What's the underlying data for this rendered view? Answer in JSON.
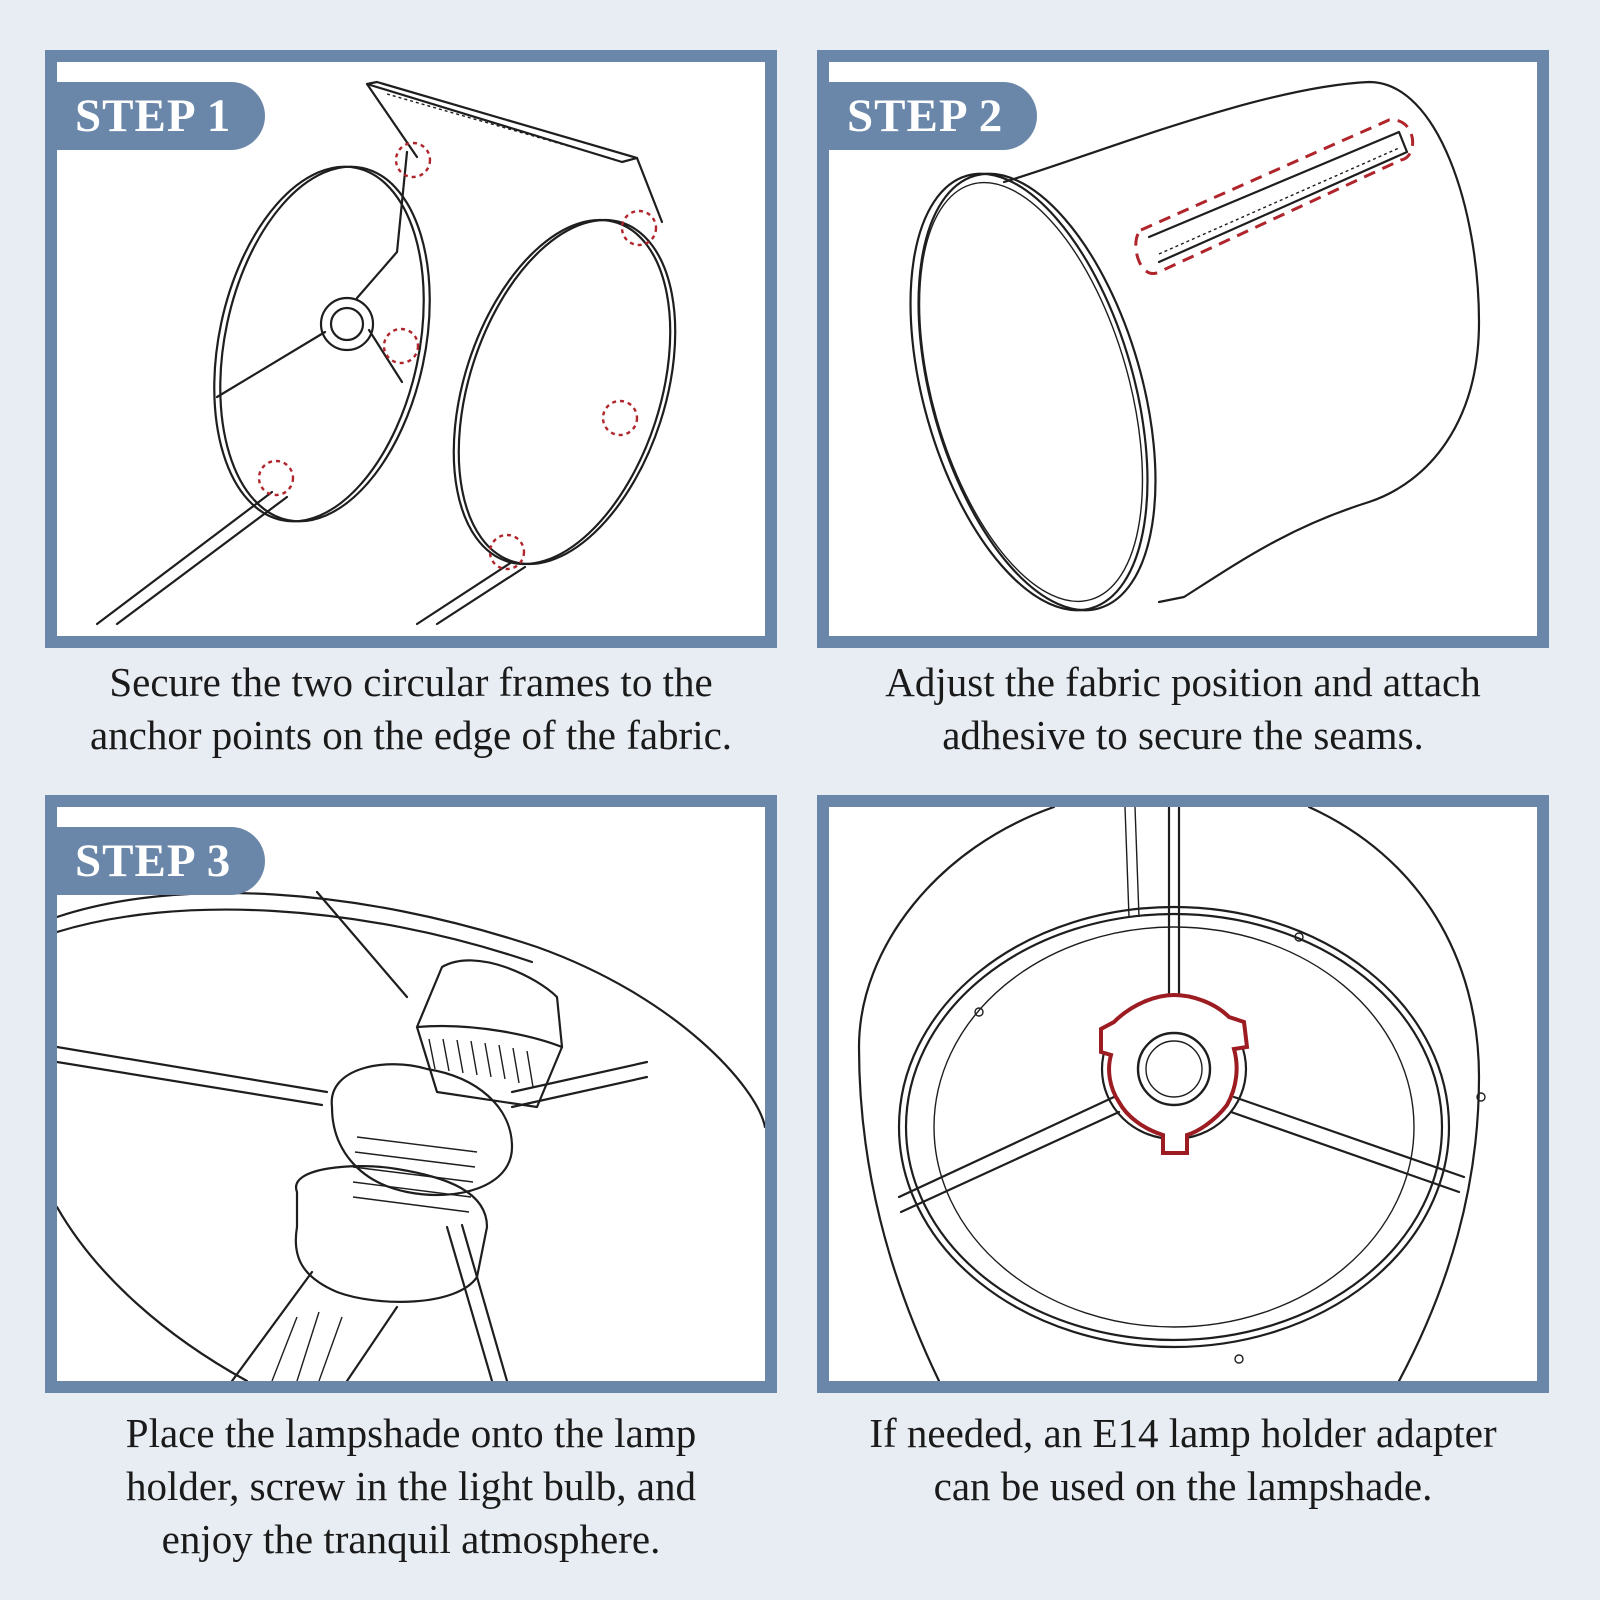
{
  "colors": {
    "accent": "#6a87aa",
    "highlight": "#b0252b",
    "background": "#e8edf3"
  },
  "steps": [
    {
      "badge": "STEP 1",
      "caption_lines": [
        "Secure the two circular frames to the",
        "anchor points on the edge of the fabric."
      ]
    },
    {
      "badge": "STEP 2",
      "caption_lines": [
        "Adjust the fabric position and attach",
        "adhesive to secure the seams."
      ]
    },
    {
      "badge": "STEP 3",
      "caption_lines": [
        "Place the lampshade onto the lamp",
        "holder, screw in the light bulb, and",
        "enjoy the tranquil atmosphere."
      ]
    },
    {
      "caption_lines": [
        "If needed, an E14 lamp holder adapter",
        "can be used on the lampshade."
      ]
    }
  ]
}
